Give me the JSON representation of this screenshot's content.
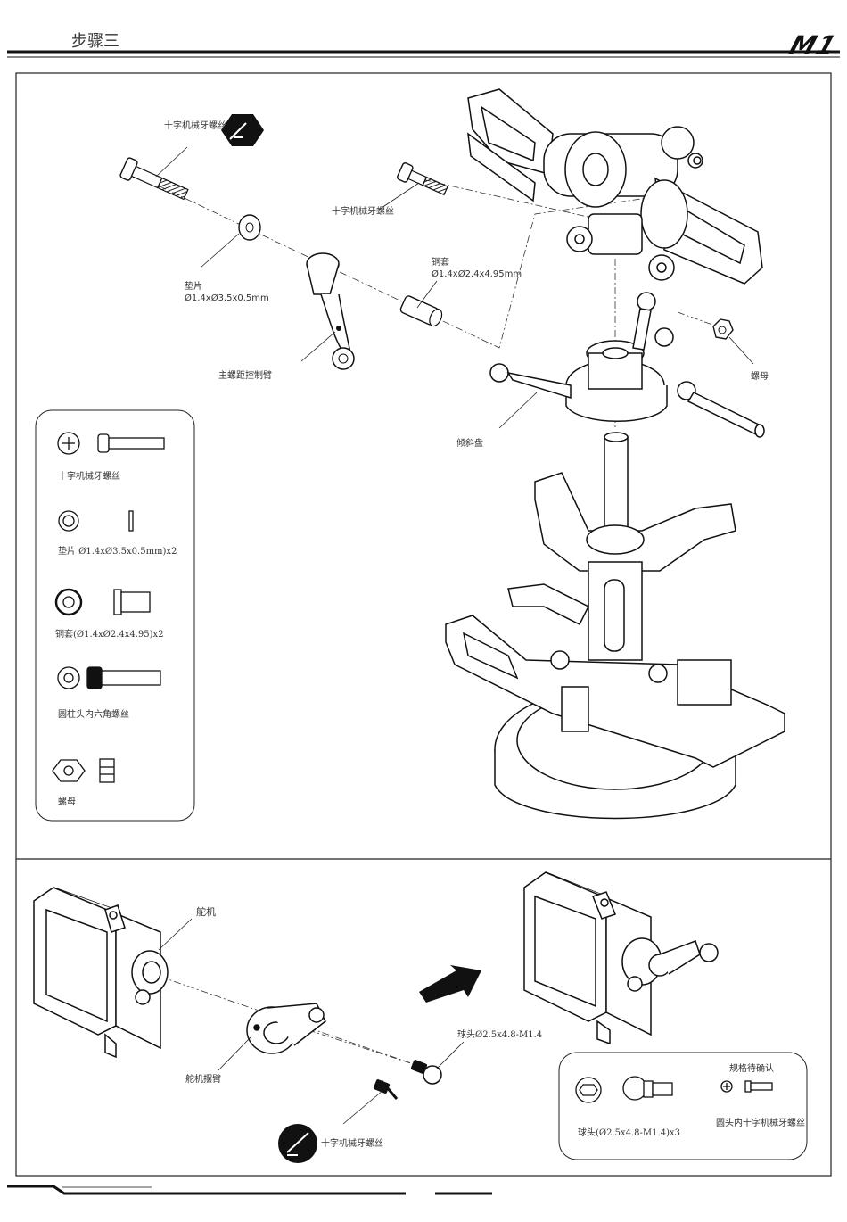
{
  "header": {
    "title": "步骤三",
    "logo": "M1"
  },
  "top_panel": {
    "callouts": {
      "screw_top_left": "十字机械牙螺丝",
      "screw_top_mid": "十字机械牙螺丝",
      "washer": "垫片",
      "washer_spec": "Ø1.4xØ3.5x0.5mm",
      "bushing": "铜套",
      "bushing_spec": "Ø1.4xØ2.4x4.95mm",
      "control_arm": "主螺距控制臂",
      "swashplate": "倾斜盘",
      "nut": "螺母"
    },
    "parts_list": [
      {
        "label": "十字机械牙螺丝"
      },
      {
        "label": "垫片  Ø1.4xØ3.5x0.5mm)x2"
      },
      {
        "label": "铜套(Ø1.4xØ2.4x4.95)x2"
      },
      {
        "label": "圆柱头内六角螺丝"
      },
      {
        "label": "螺母"
      }
    ]
  },
  "bottom_panel": {
    "callouts": {
      "servo": "舵机",
      "servo_arm": "舵机摆臂",
      "ball_head": "球头Ø2.5x4.8-M1.4",
      "screw": "十字机械牙螺丝"
    },
    "parts_box": {
      "ball_head_label": "球头(Ø2.5x4.8-M1.4)x3",
      "pending_label": "规格待确认",
      "screw_label": "圆头内十字机械牙螺丝"
    }
  }
}
